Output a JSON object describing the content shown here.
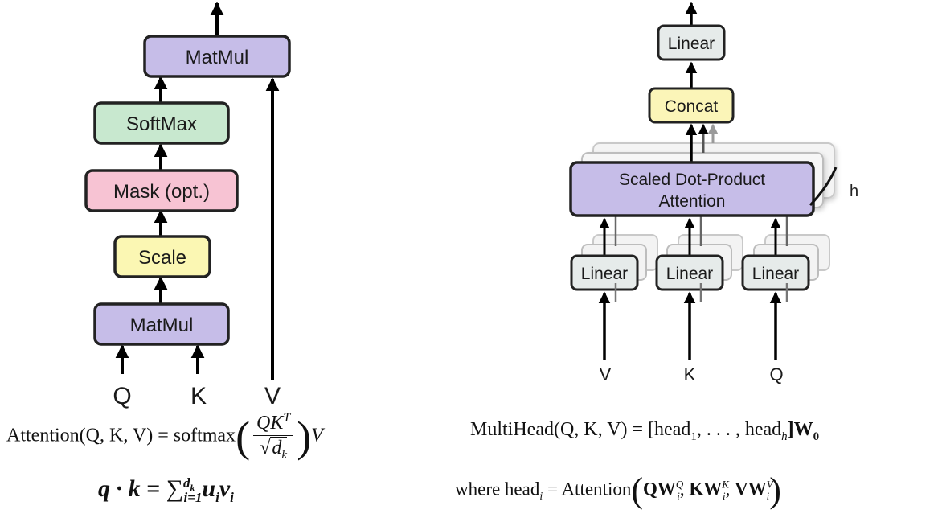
{
  "left": {
    "blocks": {
      "matmul_top": "MatMul",
      "softmax": "SoftMax",
      "mask": "Mask (opt.)",
      "scale": "Scale",
      "matmul_bottom": "MatMul"
    },
    "inputs": {
      "q": "Q",
      "k": "K",
      "v": "V"
    }
  },
  "right": {
    "blocks": {
      "linear_out": "Linear",
      "concat": "Concat",
      "attention_line1": "Scaled Dot-Product",
      "attention_line2": "Attention",
      "linear_v": "Linear",
      "linear_k": "Linear",
      "linear_q": "Linear"
    },
    "heads_label": "h",
    "inputs": {
      "v": "V",
      "k": "K",
      "q": "Q"
    }
  },
  "formulas": {
    "attention": {
      "lhs": "Attention(Q, K, V) = softmax",
      "num": "QK",
      "num_sup": "T",
      "den": "d",
      "den_sub": "k",
      "tail": "V"
    },
    "dot": {
      "lhs": "q · k = ",
      "sum": "∑",
      "sum_sup": "d",
      "sum_sup_sub": "k",
      "sum_sub": "i=1",
      "term": "u",
      "term_sub": "i",
      "term2": "v",
      "term2_sub": "i",
      "trail": ""
    },
    "multihead": {
      "text": "MultiHead(Q, K, V) = [head",
      "sub1": "1",
      "mid": ", . . . , head",
      "subh": "h",
      "end": "]W",
      "sub0": "0"
    },
    "where": {
      "pre": "where head",
      "pre_sub": "i",
      "eq": " = Attention",
      "t1": "QW",
      "t1_sup": "Q",
      "t1_sub": "i",
      "t2": "KW",
      "t2_sup": "K",
      "t2_sub": "i",
      "t3": "VW",
      "t3_sup": "V",
      "t3_sub": "i"
    }
  },
  "colors": {
    "matmul": "#c6bde8",
    "softmax": "#c8e8cf",
    "mask": "#f7c3d3",
    "scale": "#fbf7b3",
    "concat": "#fbf5b8",
    "linear": "#e6ebea",
    "attention": "#c6bde8"
  }
}
